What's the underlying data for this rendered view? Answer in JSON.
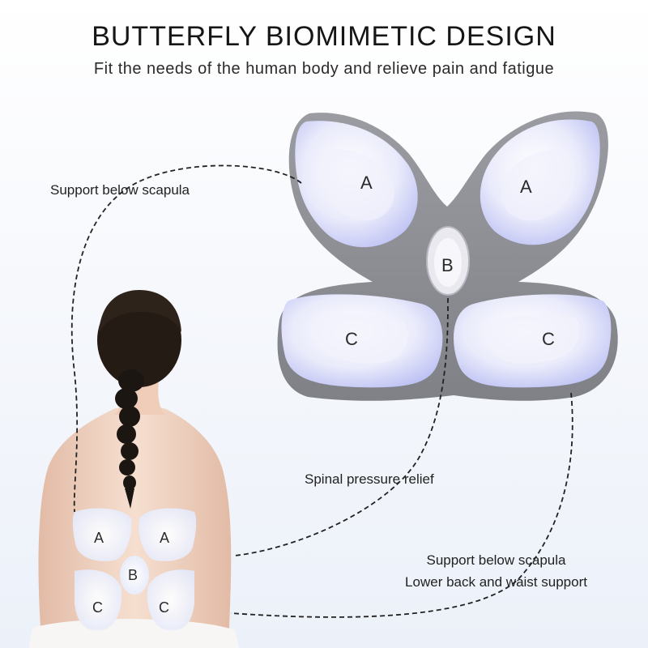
{
  "header": {
    "title": "BUTTERFLY BIOMIMETIC DESIGN",
    "subtitle": "Fit the needs of the human body and relieve pain and fatigue"
  },
  "callouts": {
    "scapula_top": "Support below scapula",
    "spinal": "Spinal pressure relief",
    "bottom_line1": "Support below scapula",
    "bottom_line2": "Lower back and waist support"
  },
  "cushion": {
    "zone_a_left": "A",
    "zone_a_right": "A",
    "zone_b": "B",
    "zone_c_left": "C",
    "zone_c_right": "C"
  },
  "body": {
    "zone_a_left": "A",
    "zone_a_right": "A",
    "zone_b": "B",
    "zone_c_left": "C",
    "zone_c_right": "C"
  },
  "colors": {
    "cushion_frame": "#8d8f95",
    "pad_glow": "#c9ccf5",
    "skin": "#f3d9c8",
    "hair": "#1c1612"
  }
}
